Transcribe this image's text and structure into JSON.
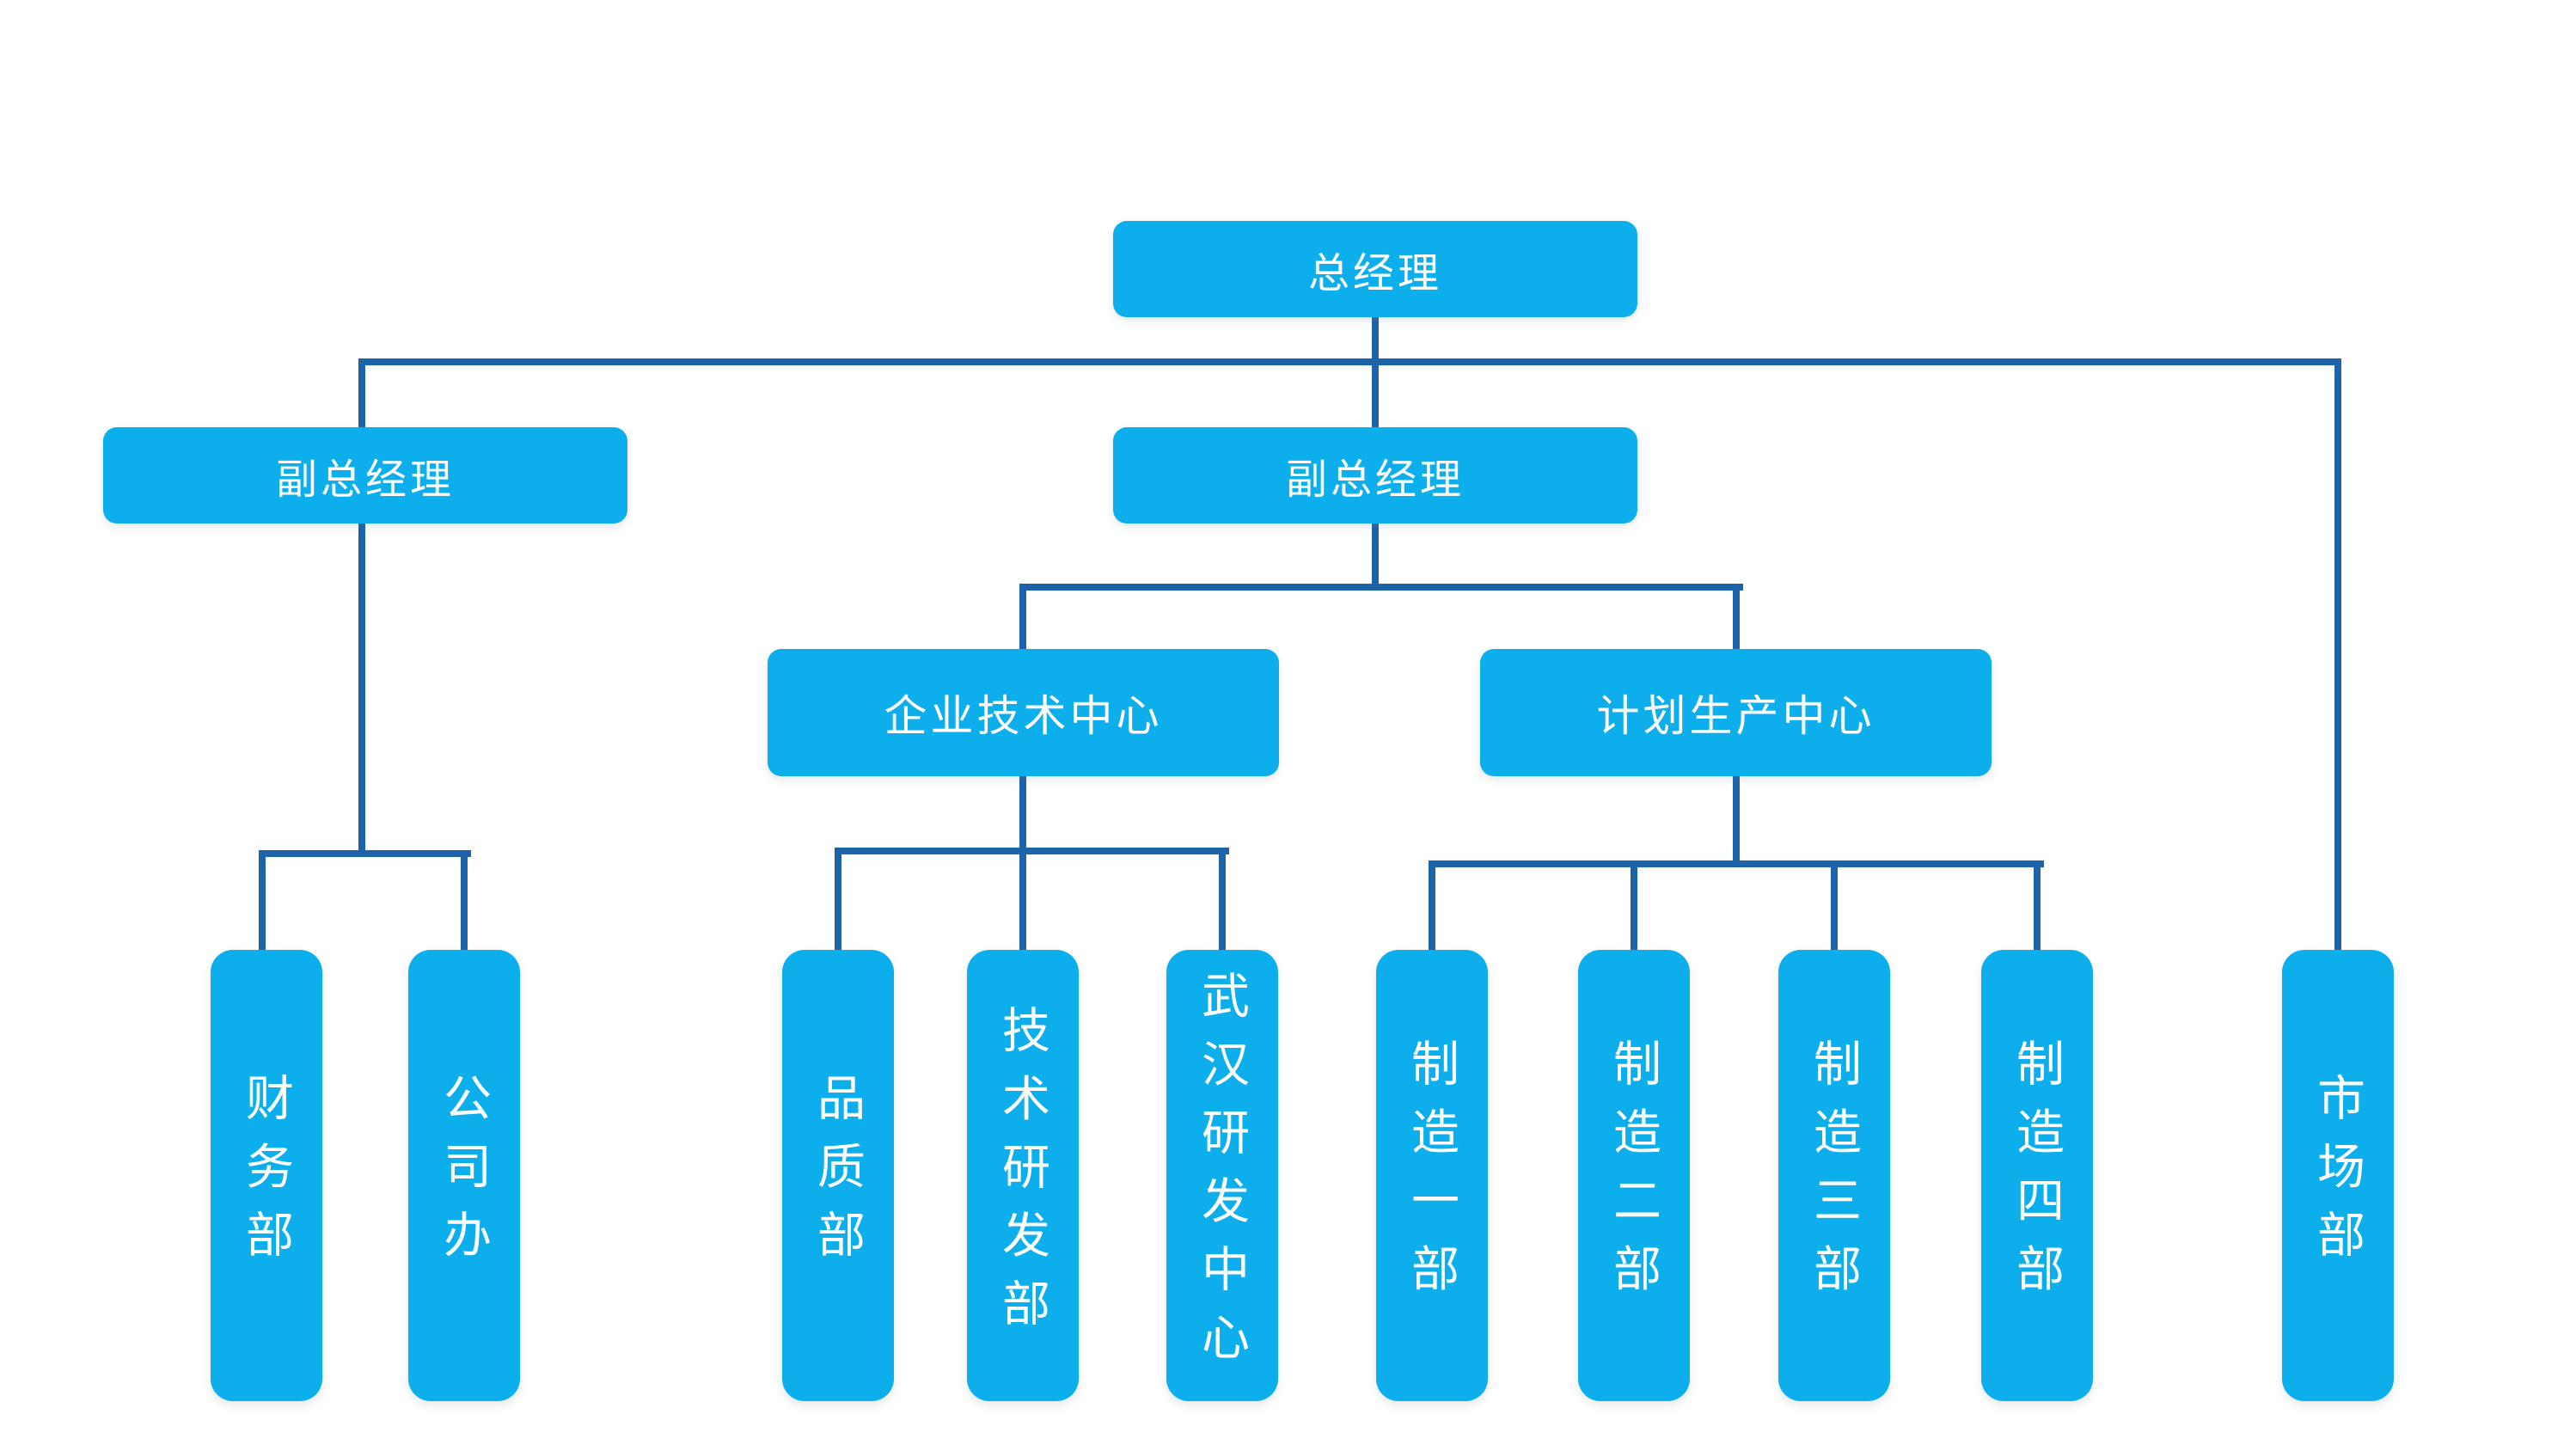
{
  "diagram": {
    "type": "org-chart",
    "colors": {
      "node_fill": "#0caeec",
      "node_text": "#ffffff",
      "connector": "#1d63a9",
      "background": "#ffffff"
    },
    "nodes": {
      "general_manager": {
        "label": "总经理",
        "level": 0
      },
      "deputy_general_manager_left": {
        "label": "副总经理",
        "level": 1
      },
      "deputy_general_manager_middle": {
        "label": "副总经理",
        "level": 1
      },
      "enterprise_tech_center": {
        "label": "企业技术中心",
        "level": 2
      },
      "planning_production_center": {
        "label": "计划生产中心",
        "level": 2
      },
      "finance_dept": {
        "label": "财务部",
        "level": 3
      },
      "company_office": {
        "label": "公司办",
        "level": 3
      },
      "quality_dept": {
        "label": "品质部",
        "level": 3
      },
      "tech_rd_dept": {
        "label": "技术研发部",
        "level": 3
      },
      "wuhan_rd_center": {
        "label": "武汉研发中心",
        "level": 3
      },
      "mfg_dept_1": {
        "label": "制造一部",
        "level": 3
      },
      "mfg_dept_2": {
        "label": "制造二部",
        "level": 3
      },
      "mfg_dept_3": {
        "label": "制造三部",
        "level": 3
      },
      "mfg_dept_4": {
        "label": "制造四部",
        "level": 3
      },
      "marketing_dept": {
        "label": "市场部",
        "level": 3
      }
    },
    "edges": [
      [
        "general_manager",
        "deputy_general_manager_left"
      ],
      [
        "general_manager",
        "deputy_general_manager_middle"
      ],
      [
        "general_manager",
        "marketing_dept"
      ],
      [
        "deputy_general_manager_left",
        "finance_dept"
      ],
      [
        "deputy_general_manager_left",
        "company_office"
      ],
      [
        "deputy_general_manager_middle",
        "enterprise_tech_center"
      ],
      [
        "deputy_general_manager_middle",
        "planning_production_center"
      ],
      [
        "enterprise_tech_center",
        "quality_dept"
      ],
      [
        "enterprise_tech_center",
        "tech_rd_dept"
      ],
      [
        "enterprise_tech_center",
        "wuhan_rd_center"
      ],
      [
        "planning_production_center",
        "mfg_dept_1"
      ],
      [
        "planning_production_center",
        "mfg_dept_2"
      ],
      [
        "planning_production_center",
        "mfg_dept_3"
      ],
      [
        "planning_production_center",
        "mfg_dept_4"
      ]
    ]
  }
}
